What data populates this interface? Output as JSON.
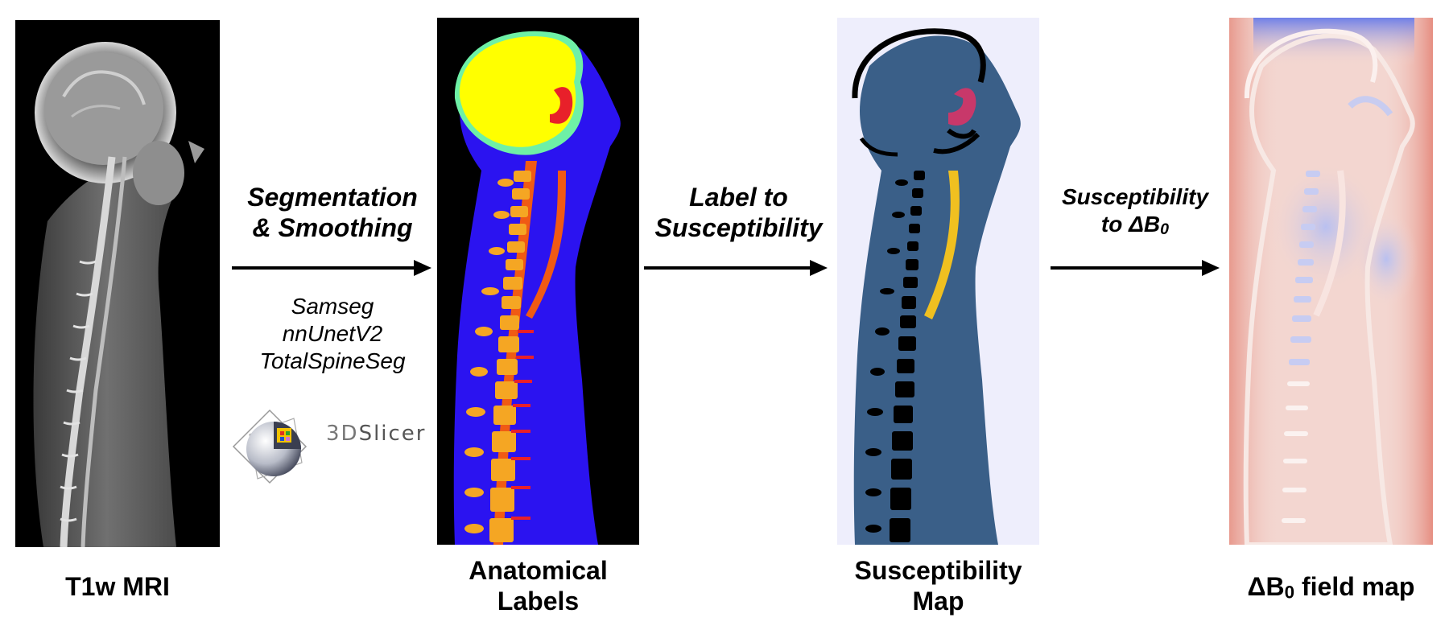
{
  "panels": {
    "mri": {
      "caption": "T1w MRI"
    },
    "labels": {
      "caption_line1": "Anatomical",
      "caption_line2": "Labels"
    },
    "susceptibility": {
      "caption_line1": "Susceptibility",
      "caption_line2": "Map"
    },
    "fieldmap": {
      "caption_prefix": "ΔB",
      "caption_sub": "0",
      "caption_suffix": " field map"
    }
  },
  "steps": {
    "segmentation": {
      "line1": "Segmentation",
      "line2": "& Smoothing",
      "tools": [
        "Samseg",
        "nnUnetV2",
        "TotalSpineSeg"
      ],
      "logo_text_a": "3D",
      "logo_text_b": "Slicer"
    },
    "label_to_susc": {
      "line1": "Label to",
      "line2": "Susceptibility"
    },
    "susc_to_b0": {
      "line1": "Susceptibility",
      "line2_prefix": "to ΔB",
      "line2_sub": "0"
    }
  },
  "colors": {
    "label_background": "#000000",
    "label_body": "#2b13f0",
    "label_brain": "#ffff00",
    "label_csf": "#6ef0a6",
    "label_sinus": "#e8202a",
    "label_vertebra": "#f5a623",
    "label_cord": "#f05a14",
    "susc_background": "#eeeefc",
    "susc_tissue": "#3a5f88",
    "susc_air": "#000000",
    "susc_sinus": "#c8386a",
    "susc_airway": "#f0c020",
    "field_positive": "#e07060",
    "field_negative": "#6f80e8"
  }
}
